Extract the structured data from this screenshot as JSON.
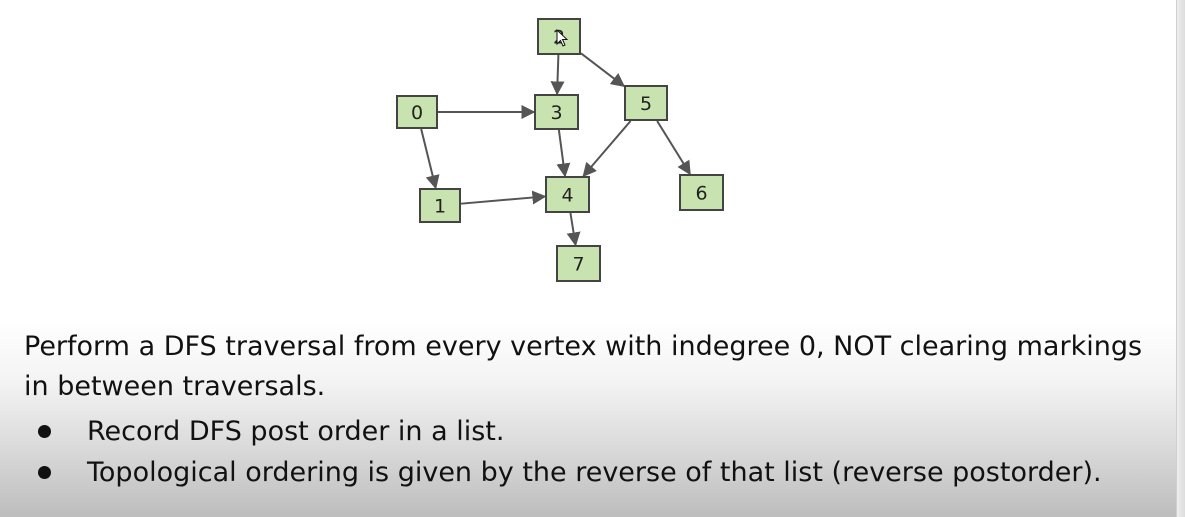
{
  "graph": {
    "nodes": [
      {
        "id": "0",
        "label": "0"
      },
      {
        "id": "1",
        "label": "1"
      },
      {
        "id": "2",
        "label": "2"
      },
      {
        "id": "3",
        "label": "3"
      },
      {
        "id": "4",
        "label": "4"
      },
      {
        "id": "5",
        "label": "5"
      },
      {
        "id": "6",
        "label": "6"
      },
      {
        "id": "7",
        "label": "7"
      }
    ],
    "edges": [
      {
        "from": "0",
        "to": "3"
      },
      {
        "from": "0",
        "to": "1"
      },
      {
        "from": "1",
        "to": "4"
      },
      {
        "from": "2",
        "to": "3"
      },
      {
        "from": "2",
        "to": "5"
      },
      {
        "from": "3",
        "to": "4"
      },
      {
        "from": "5",
        "to": "4"
      },
      {
        "from": "5",
        "to": "6"
      },
      {
        "from": "4",
        "to": "7"
      }
    ],
    "node_fill": "#c9e3b0",
    "node_stroke": "#444444",
    "edge_color": "#555555"
  },
  "text": {
    "paragraph": "Perform a DFS traversal from every vertex with indegree 0, NOT clearing markings in between traversals.",
    "bullets": [
      "Record DFS post order in a list.",
      "Topological ordering is given by the reverse of that list (reverse postorder)."
    ]
  },
  "cursor_icon": "mouse-pointer-icon"
}
